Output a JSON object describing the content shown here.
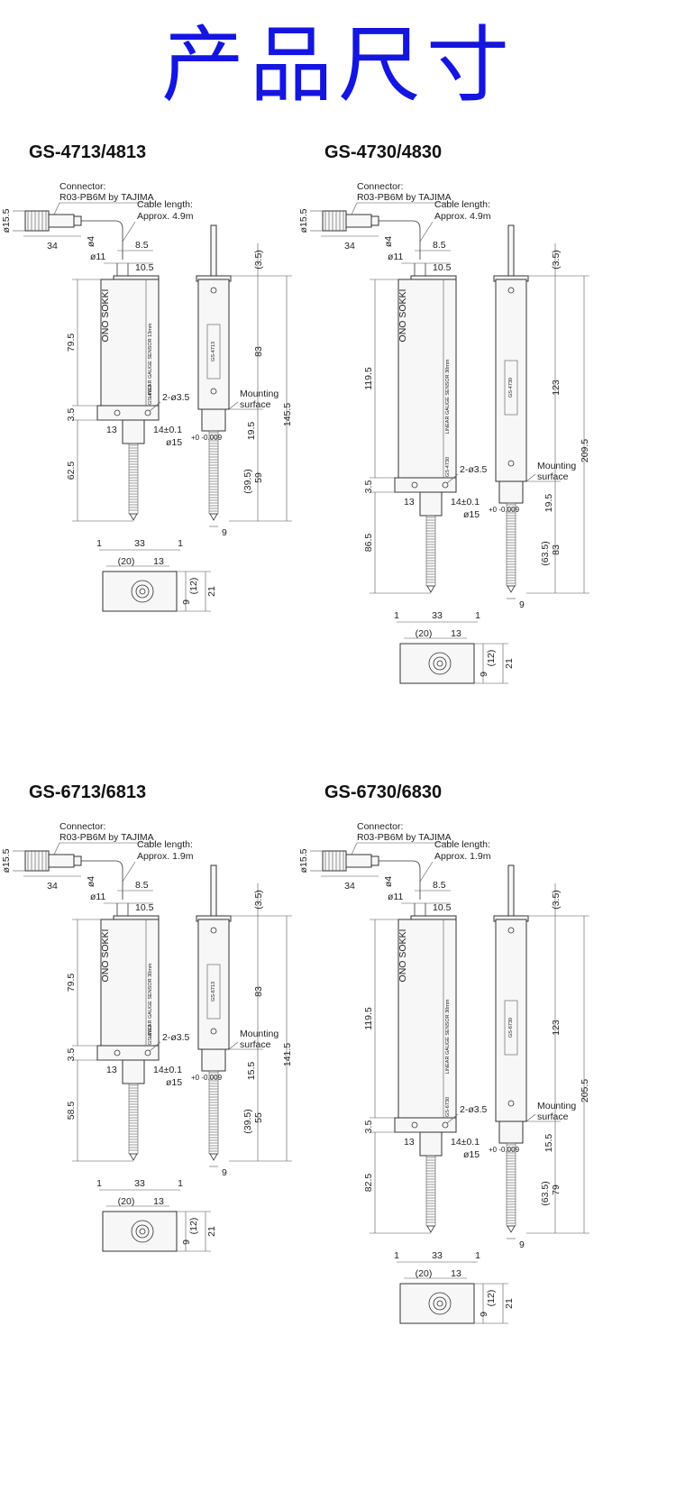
{
  "page_title": "产品尺寸",
  "panels": [
    {
      "model": "GS-4713/4813",
      "connector_label": "Connector:",
      "connector_part": "R03-PB6M by TAJIMA",
      "cable_label": "Cable length:",
      "cable_length": "Approx. 4.9m",
      "brand": "ONO SOKKI",
      "sensor_text": "LINEAR GAUGE SENSOR 13mm",
      "label_text": "GS-4713",
      "mount_hole": "2-ø3.5",
      "mounting1": "Mounting",
      "mounting2": "surface",
      "dims": {
        "d155": "ø15.5",
        "d34": "34",
        "d4": "ø4",
        "d85": "8.5",
        "d11": "ø11",
        "d105": "10.5",
        "body_len": "79.5",
        "d35": "3.5",
        "d13": "13",
        "d14": "14±0.1",
        "d15": "ø15",
        "d15tol": "+0 -0.009",
        "stroke_lower": "62.5",
        "side_top": "(3.5)",
        "side_upper": "83",
        "side_total": "145.5",
        "side_a": "19.5",
        "side_b": "59",
        "side_c": "(39.5)",
        "d9": "9",
        "b1a": "1",
        "b33": "33",
        "b1b": "1",
        "b20": "(20)",
        "b13": "13",
        "b12": "(12)",
        "b9": "9",
        "b21": "21"
      }
    },
    {
      "model": "GS-4730/4830",
      "connector_label": "Connector:",
      "connector_part": "R03-PB6M by TAJIMA",
      "cable_label": "Cable length:",
      "cable_length": "Approx. 4.9m",
      "brand": "ONO SOKKI",
      "sensor_text": "LINEAR GAUGE SENSOR 30mm",
      "label_text": "GS-4730",
      "mount_hole": "2-ø3.5",
      "mounting1": "Mounting",
      "mounting2": "surface",
      "dims": {
        "d155": "ø15.5",
        "d34": "34",
        "d4": "ø4",
        "d85": "8.5",
        "d11": "ø11",
        "d105": "10.5",
        "body_len": "119.5",
        "d35": "3.5",
        "d13": "13",
        "d14": "14±0.1",
        "d15": "ø15",
        "d15tol": "+0 -0.009",
        "stroke_lower": "86.5",
        "side_top": "(3.5)",
        "side_upper": "123",
        "side_total": "209.5",
        "side_a": "19.5",
        "side_b": "83",
        "side_c": "(63.5)",
        "d9": "9",
        "b1a": "1",
        "b33": "33",
        "b1b": "1",
        "b20": "(20)",
        "b13": "13",
        "b12": "(12)",
        "b9": "9",
        "b21": "21"
      }
    },
    {
      "model": "GS-6713/6813",
      "connector_label": "Connector:",
      "connector_part": "R03-PB6M by TAJIMA",
      "cable_label": "Cable length:",
      "cable_length": "Approx. 1.9m",
      "brand": "ONO SOKKI",
      "sensor_text": "LINEAR GAUGE SENSOR 30mm",
      "label_text": "GS-6713",
      "mount_hole": "2-ø3.5",
      "mounting1": "Mounting",
      "mounting2": "surface",
      "dims": {
        "d155": "ø15.5",
        "d34": "34",
        "d4": "ø4",
        "d85": "8.5",
        "d11": "ø11",
        "d105": "10.5",
        "body_len": "79.5",
        "d35": "3.5",
        "d13": "13",
        "d14": "14±0.1",
        "d15": "ø15",
        "d15tol": "+0 -0.009",
        "stroke_lower": "58.5",
        "side_top": "(3.5)",
        "side_upper": "83",
        "side_total": "141.5",
        "side_a": "15.5",
        "side_b": "55",
        "side_c": "(39.5)",
        "d9": "9",
        "b1a": "1",
        "b33": "33",
        "b1b": "1",
        "b20": "(20)",
        "b13": "13",
        "b12": "(12)",
        "b9": "9",
        "b21": "21"
      }
    },
    {
      "model": "GS-6730/6830",
      "connector_label": "Connector:",
      "connector_part": "R03-PB6M by TAJIMA",
      "cable_label": "Cable length:",
      "cable_length": "Approx. 1.9m",
      "brand": "ONO SOKKI",
      "sensor_text": "LINEAR GAUGE SENSOR 30mm",
      "label_text": "GS-6730",
      "mount_hole": "2-ø3.5",
      "mounting1": "Mounting",
      "mounting2": "surface",
      "dims": {
        "d155": "ø15.5",
        "d34": "34",
        "d4": "ø4",
        "d85": "8.5",
        "d11": "ø11",
        "d105": "10.5",
        "body_len": "119.5",
        "d35": "3.5",
        "d13": "13",
        "d14": "14±0.1",
        "d15": "ø15",
        "d15tol": "+0 -0.009",
        "stroke_lower": "82.5",
        "side_top": "(3.5)",
        "side_upper": "123",
        "side_total": "205.5",
        "side_a": "15.5",
        "side_b": "79",
        "side_c": "(63.5)",
        "d9": "9",
        "b1a": "1",
        "b33": "33",
        "b1b": "1",
        "b20": "(20)",
        "b13": "13",
        "b12": "(12)",
        "b9": "9",
        "b21": "21"
      }
    }
  ]
}
